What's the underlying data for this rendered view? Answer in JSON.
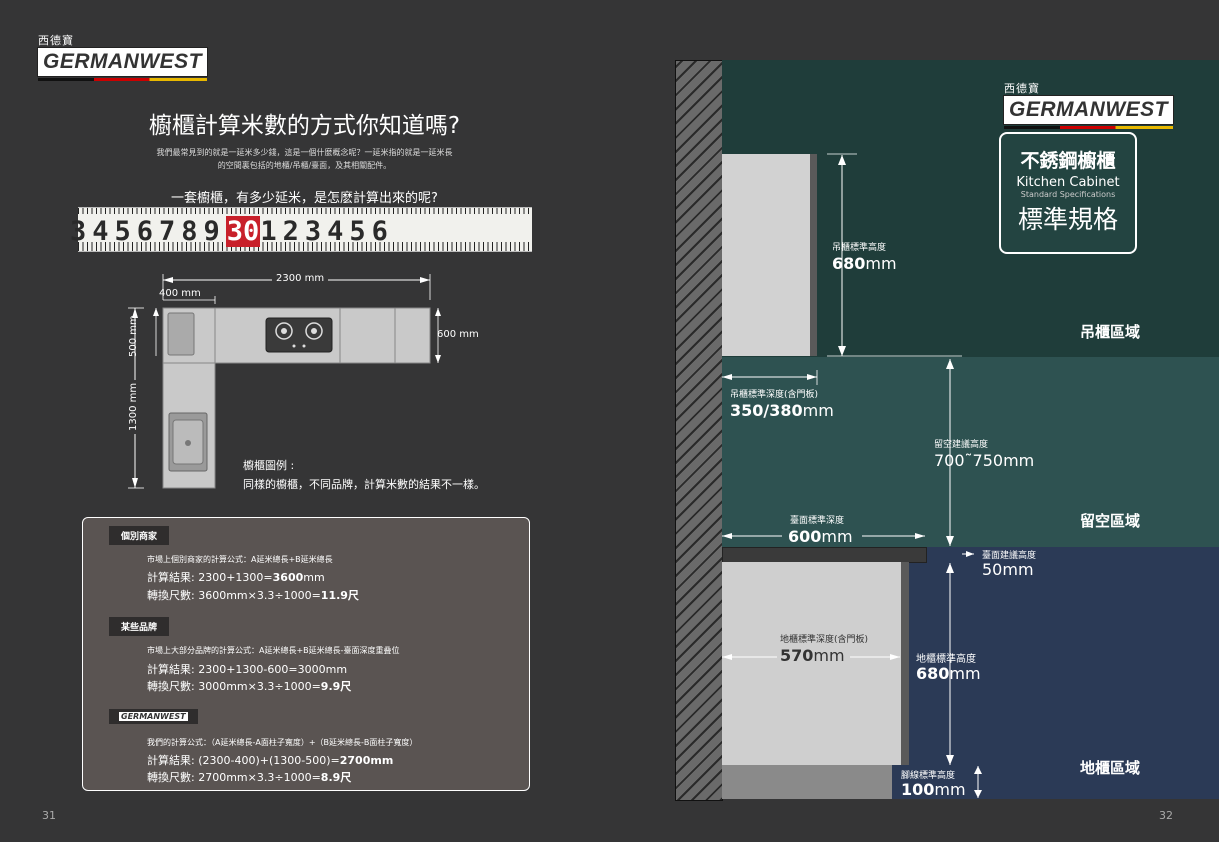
{
  "left": {
    "logo_cn": "西德寶",
    "logo_en": "GERMANWEST",
    "title": "櫥櫃計算米數的方式你知道嗎?",
    "intro_line1": "我們最常見到的就是一延米多少錢，這是一個什麼概念呢？一延米指的就是一延米長",
    "intro_line2": "的空間裏包括的地櫃/吊櫃/臺面，及其相關配件。",
    "question": "一套櫥櫃，有多少延米，是怎麽計算出來的呢?",
    "tape_before": "3456789",
    "tape_red": "30",
    "tape_after": "123456",
    "plan": {
      "dim_top": "2300 mm",
      "dim_left_small": "400 mm",
      "dim_right": "600 mm",
      "dim_v_small": "500 mm",
      "dim_v_large": "1300 mm",
      "caption_title": "櫥櫃圖例 :",
      "caption_body": "同樣的櫥櫃，不同品牌，計算米數的結果不一樣。"
    },
    "sections": [
      {
        "tag": "個別商家",
        "formula": "市場上個別商家的計算公式：A延米總長+B延米總長",
        "result_label": "計算結果:",
        "result_value": "2300+1300=",
        "result_bold": "3600",
        "result_unit": "mm",
        "convert_label": "轉換尺數:",
        "convert_value": "3600mm×3.3÷1000=",
        "convert_bold": "11.9尺"
      },
      {
        "tag": "某些品牌",
        "formula": "市場上大部分品牌的計算公式：A延米總長+B延米總長-臺面深度重叠位",
        "result_label": "計算結果:",
        "result_value": "2300+1300-600=3000mm",
        "result_bold": "",
        "result_unit": "",
        "convert_label": "轉換尺數:",
        "convert_value": "3000mm×3.3÷1000=",
        "convert_bold": "9.9尺"
      },
      {
        "tag": "GERMANWEST",
        "formula": "我們的計算公式：（A延米總長-A面柱子寬度）+（B延米總長-B面柱子寬度）",
        "result_label": "計算結果:",
        "result_value": "(2300-400)+(1300-500)=",
        "result_bold": "2700mm",
        "result_unit": "",
        "convert_label": "轉換尺數:",
        "convert_value": "2700mm×3.3÷1000=",
        "convert_bold": "8.9尺"
      }
    ],
    "page_no": "31"
  },
  "right": {
    "logo_cn": "西德寶",
    "logo_en": "GERMANWEST",
    "badge_cn": "不銹鋼櫥櫃",
    "badge_en": "Kitchen Cabinet",
    "badge_sub": "Standard Specifications",
    "badge_cn2": "標準規格",
    "wall_height_label": "吊櫃標準高度",
    "wall_height_value": "680",
    "wall_depth_label": "吊櫃標準深度(含門板)",
    "wall_depth_value": "350/380",
    "gap_label": "留空建議高度",
    "gap_value": "700˜750",
    "counter_depth_label": "臺面標準深度",
    "counter_depth_value": "600",
    "counter_height_label": "臺面建議高度",
    "counter_height_value": "50",
    "base_depth_label": "地櫃標準深度(含門板)",
    "base_depth_value": "570",
    "base_height_label": "地櫃標準高度",
    "base_height_value": "680",
    "kick_label": "腳線標準高度",
    "kick_value": "100",
    "unit": "mm",
    "zone_wall": "吊櫃區域",
    "zone_gap": "留空區域",
    "zone_base": "地櫃區域",
    "page_no": "32"
  }
}
